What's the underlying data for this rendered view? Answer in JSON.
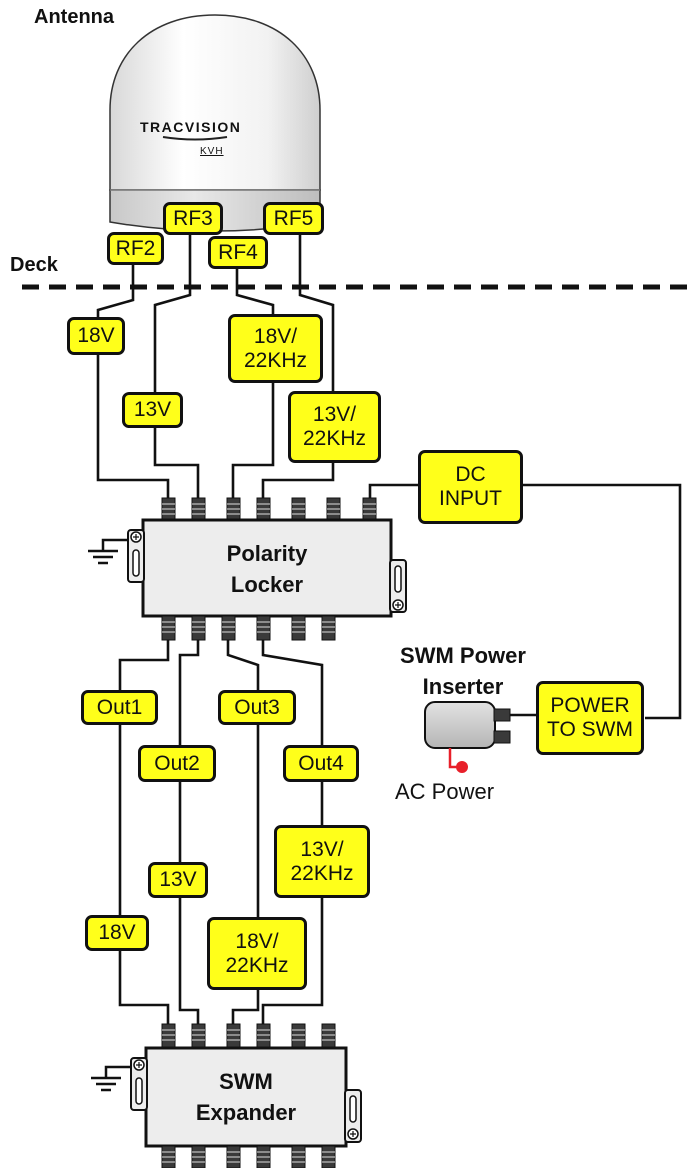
{
  "labels": {
    "antenna": "Antenna",
    "deck": "Deck",
    "brand": "TRACVISION",
    "maker": "KVH",
    "swm_power_inserter": [
      "SWM Power",
      "Inserter"
    ],
    "ac_power": "AC Power"
  },
  "antenna_ports": {
    "rf2": "RF2",
    "rf3": "RF3",
    "rf4": "RF4",
    "rf5": "RF5"
  },
  "input_tags": {
    "v18": "18V",
    "v13": "13V",
    "v18_22": [
      "18V/",
      "22KHz"
    ],
    "v13_22": [
      "13V/",
      "22KHz"
    ],
    "dc_input": [
      "DC",
      "INPUT"
    ],
    "power_to_swm": [
      "POWER",
      "TO SWM"
    ]
  },
  "polarity_locker": [
    "Polarity",
    "Locker"
  ],
  "outputs": {
    "out1": "Out1",
    "out2": "Out2",
    "out3": "Out3",
    "out4": "Out4"
  },
  "output_tags": {
    "v18": "18V",
    "v13": "13V",
    "v18_22": [
      "18V/",
      "22KHz"
    ],
    "v13_22": [
      "13V/",
      "22KHz"
    ]
  },
  "swm_expander": [
    "SWM",
    "Expander"
  ],
  "colors": {
    "tag_fill": "#ffff1a",
    "device_fill": "#ededed",
    "line": "#111111",
    "ac_dot": "#e8202a"
  }
}
